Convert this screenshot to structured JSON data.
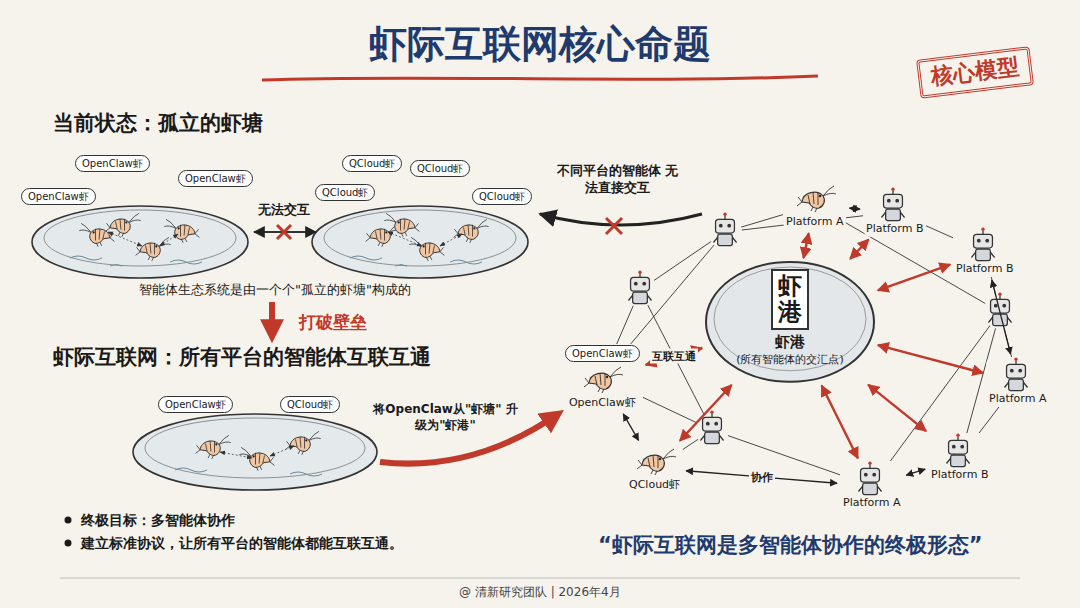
{
  "diagram": {
    "title": "虾际互联网核心命题",
    "caption": "@ 清新研究团队 | 2026年4月",
    "nodes": [
      {
        "text": [
          "OpenClaw虾"
        ]
      },
      {
        "text": [
          "OpenClaw虾"
        ]
      },
      {
        "text": [
          "OpenClaw虾"
        ]
      },
      {
        "text": [
          "QCloud虾"
        ]
      },
      {
        "text": [
          "QCloud虾"
        ]
      },
      {
        "text": [
          "QCloud虾"
        ]
      },
      {
        "text": [
          "QCloud虾"
        ]
      },
      {
        "text": [
          "OpenClaw虾"
        ]
      },
      {
        "text": [
          "QCloud虾"
        ]
      },
      {
        "text": [
          "Platform A"
        ]
      },
      {
        "text": [
          "Platform B"
        ]
      },
      {
        "text": [
          "Platform B"
        ]
      },
      {
        "text": [
          "虾港",
          "虾港",
          "(所有智能体的交汇点)"
        ]
      },
      {
        "text": [
          "OpenClaw虾",
          "OpenClaw虾"
        ]
      },
      {
        "text": [
          "Platform A"
        ]
      },
      {
        "text": [
          "QCloud虾"
        ]
      },
      {
        "text": [
          "Platform B"
        ]
      },
      {
        "text": [
          "Platform A"
        ]
      }
    ],
    "edges": [
      {
        "from": 13,
        "to": 12,
        "label": "互联互通",
        "arrow": "both"
      },
      {
        "from": 9,
        "to": 12,
        "arrow": "both"
      },
      {
        "from": 10,
        "to": 12,
        "arrow": "both"
      },
      {
        "from": 11,
        "to": 12,
        "arrow": "both"
      },
      {
        "from": 14,
        "to": 12,
        "arrow": "both"
      },
      {
        "from": 16,
        "to": 12,
        "arrow": "both"
      },
      {
        "from": 17,
        "to": 12,
        "arrow": "both"
      },
      {
        "from": 15,
        "to": 12,
        "arrow": "both"
      },
      {
        "from": 15,
        "to": 17,
        "label": "协作",
        "arrow": "both"
      },
      {
        "from": 9,
        "to": 10,
        "arrow": "both"
      },
      {
        "from": 11,
        "to": 14,
        "arrow": "both"
      },
      {
        "from": 16,
        "to": 17,
        "arrow": "both"
      },
      {
        "from": 13,
        "to": 15,
        "arrow": "both"
      }
    ],
    "labels": [
      "核心模型",
      "当前状态：孤立的虾塘",
      "无法交互",
      "智能体生态系统是由一个个\"孤立的虾塘\"构成的",
      "打破壁垒",
      "虾际互联网：所有平台的智能体互联互通",
      "将OpenClaw从\"虾塘\" 升级为\"虾港\"",
      "不同平台的智能体 无法直接交互",
      "终极目标：多智能体协作",
      "建立标准协议，让所有平台的智能体都能互联互通。",
      "“虾际互联网是多智能体协作的终极形态”"
    ]
  }
}
